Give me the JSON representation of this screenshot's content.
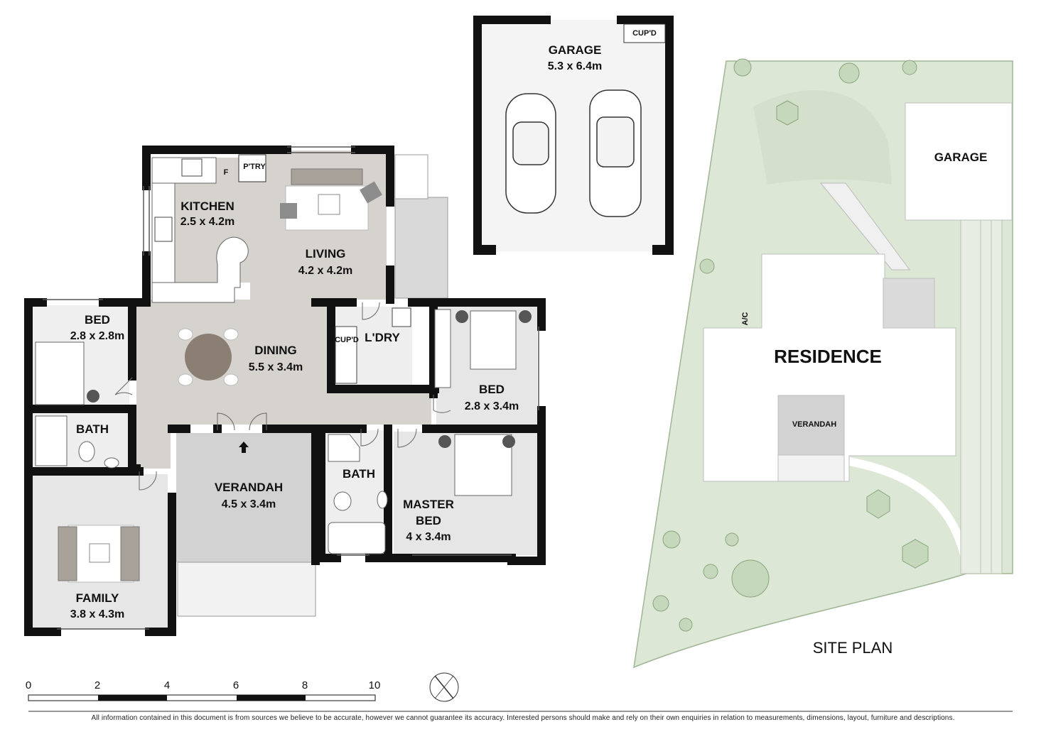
{
  "rooms": {
    "kitchen": {
      "name": "KITCHEN",
      "dim": "2.5 x 4.2m"
    },
    "living": {
      "name": "LIVING",
      "dim": "4.2 x 4.2m"
    },
    "dining": {
      "name": "DINING",
      "dim": "5.5 x 3.4m"
    },
    "bed1": {
      "name": "BED",
      "dim": "2.8 x 2.8m"
    },
    "bath1": {
      "name": "BATH"
    },
    "family": {
      "name": "FAMILY",
      "dim": "3.8 x 4.3m"
    },
    "verandah": {
      "name": "VERANDAH",
      "dim": "4.5 x 3.4m"
    },
    "laundry": {
      "name": "L'DRY"
    },
    "bed2": {
      "name": "BED",
      "dim": "2.8 x 3.4m"
    },
    "bath2": {
      "name": "BATH"
    },
    "master": {
      "name_line1": "MASTER",
      "name_line2": "BED",
      "dim": "4 x 3.4m"
    },
    "garage": {
      "name": "GARAGE",
      "dim": "5.3 x 6.4m"
    }
  },
  "small_labels": {
    "fridge": "F",
    "pantry": "P'TRY",
    "laundry_cupboard": "CUP'D",
    "garage_cupboard": "CUP'D"
  },
  "site": {
    "garage": "GARAGE",
    "residence": "RESIDENCE",
    "verandah": "VERANDAH",
    "ac": "A/C",
    "title": "SITE PLAN"
  },
  "scale": {
    "ticks": [
      "0",
      "2",
      "4",
      "6",
      "8",
      "10"
    ]
  },
  "disclaimer": "All information contained in this document is from sources we believe to be accurate, however we cannot guarantee its accuracy. Interested persons should make and rely on their own enquiries in relation to measurements, dimensions, layout, furniture and descriptions.",
  "colors": {
    "wall": "#111111",
    "floor": "#e6e6e6",
    "living_floor": "#d6d2cd",
    "lawn": "#dce7d5",
    "verandah": "#d2d2d2"
  }
}
